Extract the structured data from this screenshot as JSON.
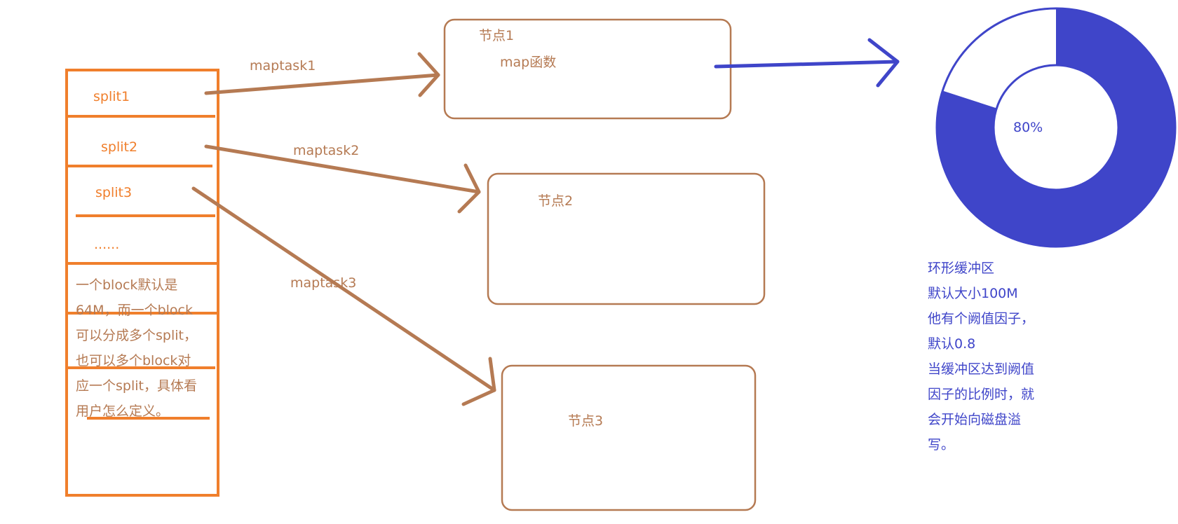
{
  "splits": [
    "split1",
    "split2",
    "split3",
    "......"
  ],
  "block_note": [
    "一个block默认是",
    "64M，而一个block",
    "可以分成多个split，",
    "也可以多个block对",
    "应一个split，具体看",
    "用户怎么定义。"
  ],
  "maptasks": [
    "maptask1",
    "maptask2",
    "maptask3"
  ],
  "nodes": [
    {
      "title": "节点1",
      "subtitle": "map函数"
    },
    {
      "title": "节点2"
    },
    {
      "title": "节点3"
    }
  ],
  "ring": {
    "fill_fraction": 0.8,
    "label": "80%",
    "color": "#3f45c9"
  },
  "buffer_note": [
    "环形缓冲区",
    "默认大小100M",
    "他有个阙值因子，",
    "默认0.8",
    "当缓冲区达到阙值",
    "因子的比例时，就",
    "会开始向磁盘溢",
    "写。"
  ],
  "colors": {
    "orange": "#f07f2c",
    "brown": "#b57a53",
    "blue": "#3f45c9"
  }
}
